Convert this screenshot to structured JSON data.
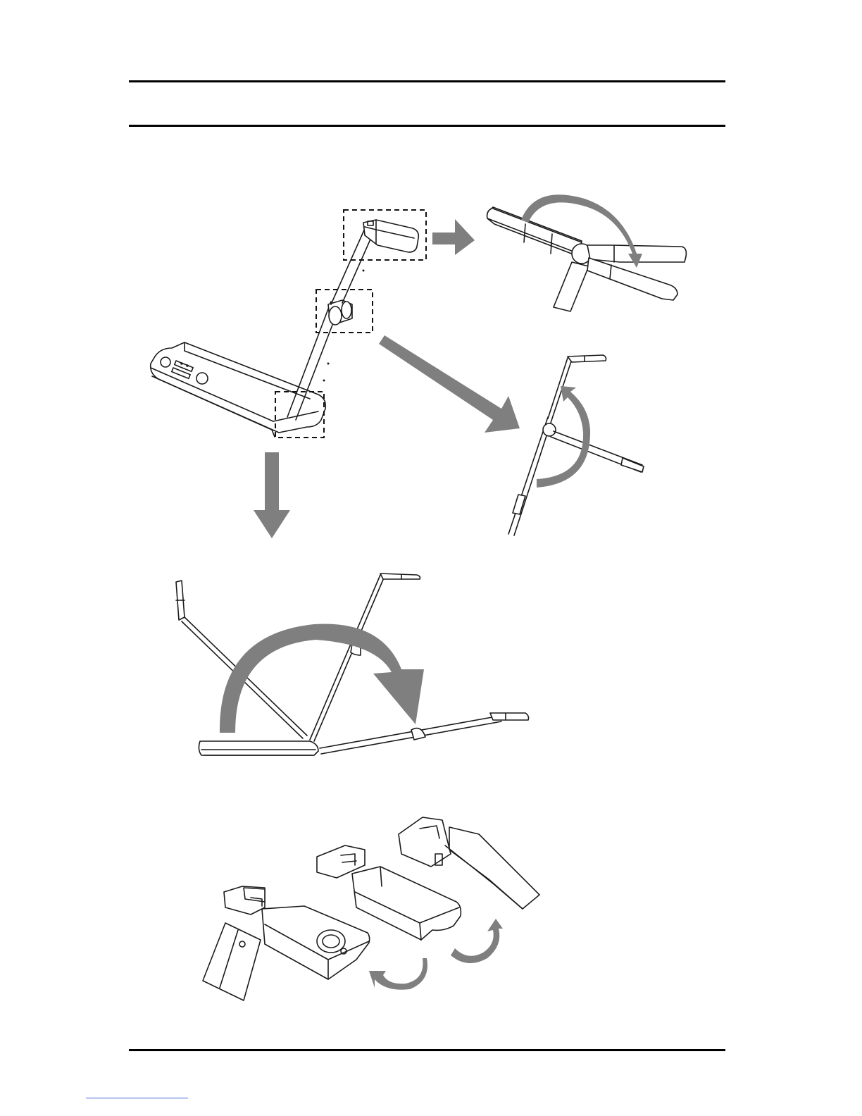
{
  "page": {
    "figure": {
      "main_device": "document-camera-perspective",
      "detail_views": [
        "camera-head-rotation",
        "arm-joint-rotation",
        "arm-fold-side-view",
        "camera-head-positions"
      ],
      "arrow_color": "#7f7f7f",
      "line_color": "#1a1a1a"
    }
  }
}
